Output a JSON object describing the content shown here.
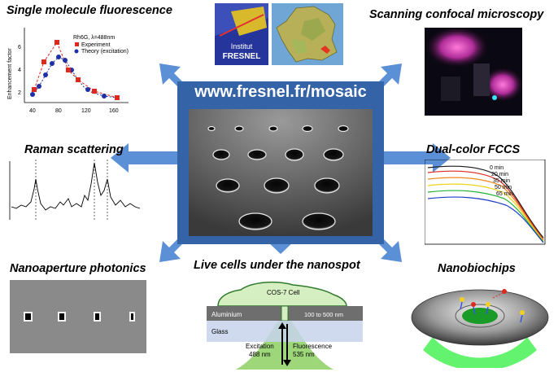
{
  "header": {
    "url": "www.fresnel.fr/mosaic"
  },
  "panels": {
    "single_molecule": {
      "title": "Single molecule fluorescence",
      "ylabel": "Enhancement factor",
      "legend_title": "Rh6G, λ=488nm",
      "legend_items": [
        "Experiment",
        "Theory (excitation)"
      ],
      "x_ticks": [
        "40",
        "80",
        "120",
        "160"
      ],
      "y_ticks": [
        "2",
        "4",
        "6"
      ]
    },
    "raman": {
      "title": "Raman scattering"
    },
    "nanoaperture": {
      "title": "Nanoaperture photonics"
    },
    "confocal": {
      "title": "Scanning confocal microscopy"
    },
    "fccs": {
      "title": "Dual-color FCCS",
      "curve_labels": [
        "0 min",
        "20 min",
        "35 min",
        "50 min",
        "65 min"
      ]
    },
    "live_cells": {
      "title": "Live cells under the nanospot",
      "cell_label": "COS-7 Cell",
      "layer_aluminium": "Aluminium",
      "layer_glass": "Glass",
      "thickness_label": "100 to 500 nm",
      "excitation_label": "Excitation",
      "excitation_nm": "488 nm",
      "fluorescence_label": "Fluorescence",
      "fluorescence_nm": "535 nm"
    },
    "nanobiochips": {
      "title": "Nanobiochips"
    }
  },
  "logo": {
    "line1": "Institut",
    "line2": "FRESNEL"
  },
  "colors": {
    "center_bg": "#3563a8",
    "arrow": "#5b8fd6",
    "experiment": "#e0281e",
    "theory": "#1f2fa8"
  }
}
